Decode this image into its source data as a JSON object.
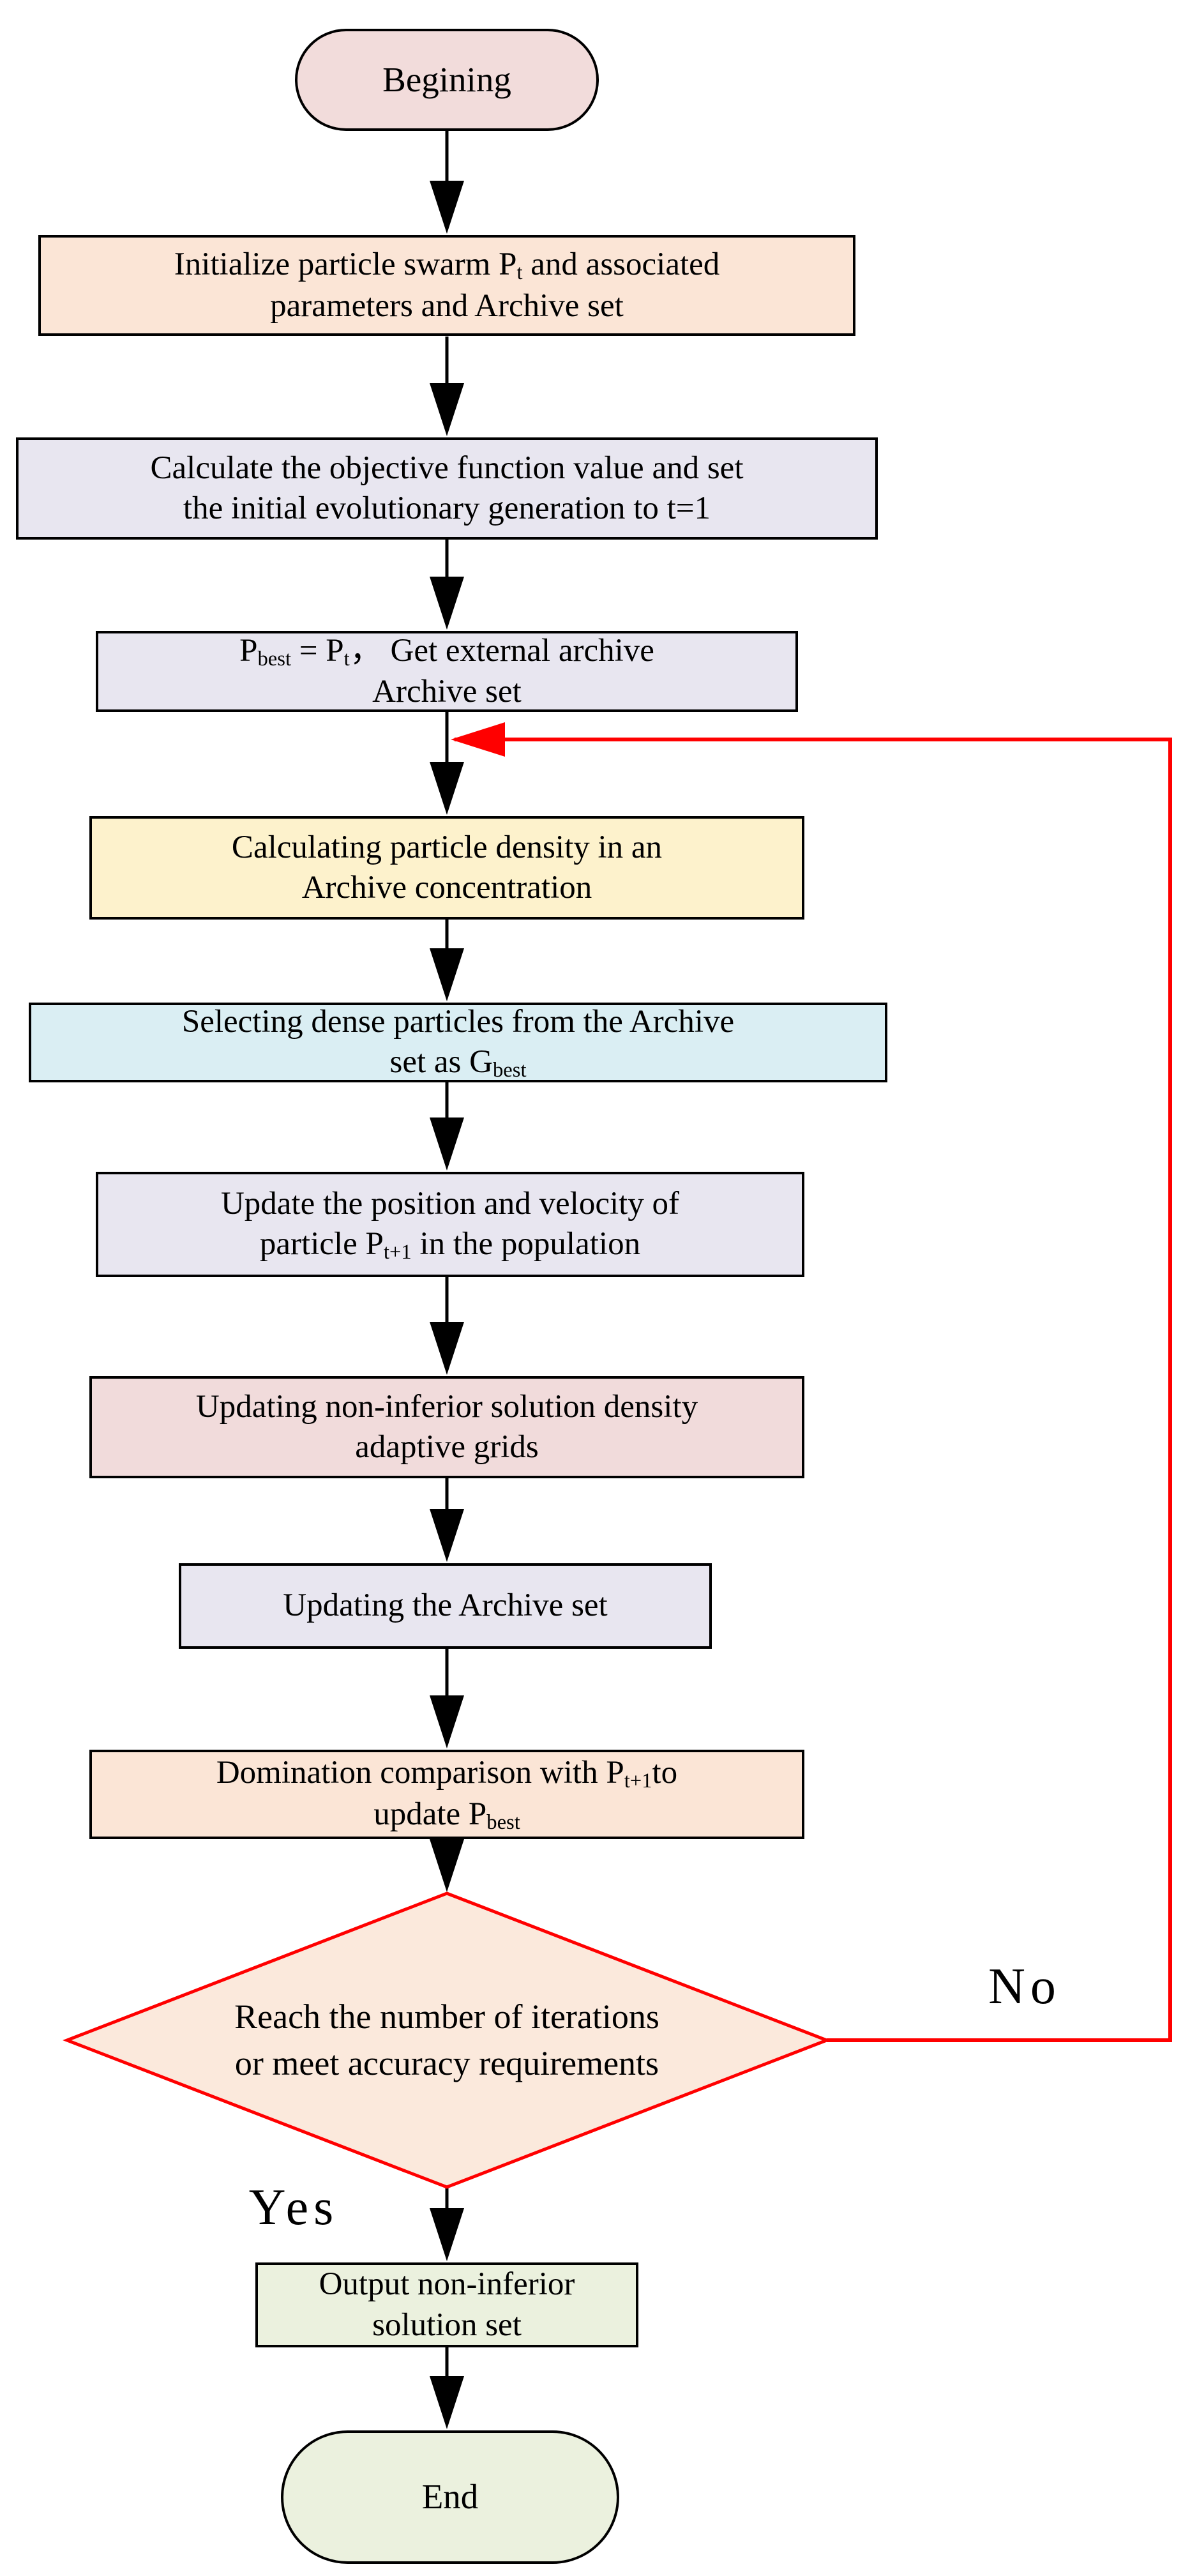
{
  "diagram": {
    "type": "flowchart",
    "background": "#ffffff",
    "colors": {
      "outline_black": "#000000",
      "loop_red": "#ff0000",
      "stadium_pink": "#f2dcdb",
      "peach": "#fbe5d6",
      "lavender": "#e8e6f0",
      "yellow": "#fdf2cc",
      "light_blue": "#daeef3",
      "pink": "#f1dbdb",
      "diamond_fill": "#fbe9dc",
      "light_green": "#ebf1de"
    },
    "nodes": {
      "begin": {
        "shape": "stadium",
        "fill": "#f2dcdb",
        "text": "Begining"
      },
      "initialize": {
        "shape": "rect",
        "fill": "#fbe5d6",
        "segments": [
          {
            "t": "Initialize particle swarm P"
          },
          {
            "s": "t"
          },
          {
            "t": " and associated"
          },
          {
            "br": true
          },
          {
            "t": "parameters and Archive set"
          }
        ]
      },
      "calculate": {
        "shape": "rect",
        "fill": "#e8e6f0",
        "segments": [
          {
            "t": "Calculate the objective function value and set"
          },
          {
            "br": true
          },
          {
            "t": "the initial evolutionary generation to t=1"
          }
        ]
      },
      "pbest": {
        "shape": "rect",
        "fill": "#e8e6f0",
        "segments": [
          {
            "t": "P"
          },
          {
            "s": "best"
          },
          {
            "t": " = P"
          },
          {
            "s": "t"
          },
          {
            "t": "，  Get external archive"
          },
          {
            "br": true
          },
          {
            "t": "Archive set"
          }
        ]
      },
      "density": {
        "shape": "rect",
        "fill": "#fdf2cc",
        "segments": [
          {
            "t": "Calculating particle density in an"
          },
          {
            "br": true
          },
          {
            "t": "Archive concentration"
          }
        ]
      },
      "select_gbest": {
        "shape": "rect",
        "fill": "#daeef3",
        "segments": [
          {
            "t": "Selecting dense particles from the Archive"
          },
          {
            "br": true
          },
          {
            "t": "set as G"
          },
          {
            "s": "best"
          }
        ]
      },
      "update_velocity": {
        "shape": "rect",
        "fill": "#e8e6f0",
        "segments": [
          {
            "t": "Update the position and velocity of"
          },
          {
            "br": true
          },
          {
            "t": "particle P"
          },
          {
            "s": "t+1"
          },
          {
            "t": " in the population"
          }
        ]
      },
      "adaptive_grids": {
        "shape": "rect",
        "fill": "#f1dbdb",
        "segments": [
          {
            "t": "Updating non-inferior solution density"
          },
          {
            "br": true
          },
          {
            "t": "adaptive grids"
          }
        ]
      },
      "update_archive": {
        "shape": "rect",
        "fill": "#e8e6f0",
        "segments": [
          {
            "t": "Updating the Archive set"
          }
        ]
      },
      "domination": {
        "shape": "rect",
        "fill": "#fbe5d6",
        "segments": [
          {
            "t": "Domination comparison with P"
          },
          {
            "s": "t+1"
          },
          {
            "t": "to"
          },
          {
            "br": true
          },
          {
            "t": "update P"
          },
          {
            "s": "best"
          }
        ]
      },
      "decision": {
        "shape": "diamond",
        "fill": "#fbe9dc",
        "border": "#ff0000",
        "segments": [
          {
            "t": "Reach the number of iterations"
          },
          {
            "br": true
          },
          {
            "t": "or meet accuracy requirements"
          }
        ]
      },
      "output": {
        "shape": "rect",
        "fill": "#ebf1de",
        "segments": [
          {
            "t": "Output non-inferior"
          },
          {
            "br": true
          },
          {
            "t": "solution set"
          }
        ]
      },
      "end": {
        "shape": "stadium",
        "fill": "#ebf1de",
        "text": "End"
      }
    },
    "edge_labels": {
      "yes": "Yes",
      "no": "No"
    }
  }
}
